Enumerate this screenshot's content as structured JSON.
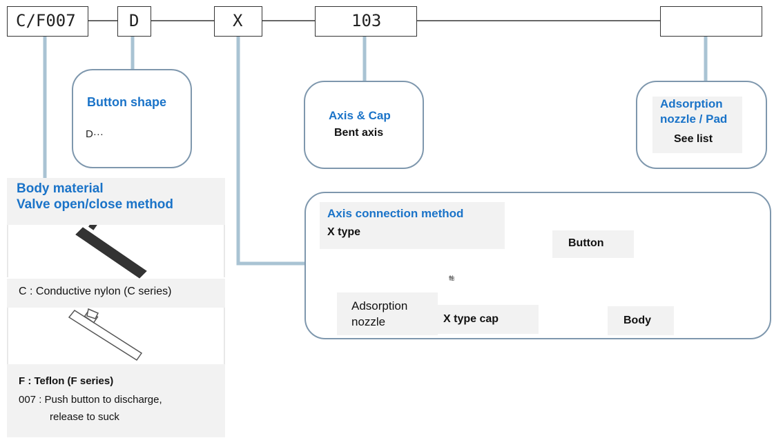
{
  "code": {
    "part1": "C/F007",
    "part2": "D",
    "part3": "X",
    "part4": "103",
    "part5": ""
  },
  "button_shape": {
    "title": "Button shape",
    "option": "D···"
  },
  "axis_cap": {
    "title": "Axis & Cap",
    "value": "Bent axis"
  },
  "adsorption": {
    "title_line1": "Adsorption",
    "title_line2": "nozzle / Pad",
    "value": "See list"
  },
  "body_material": {
    "title_line1": "Body material",
    "title_line2": "Valve open/close method",
    "c_label": "C : Conductive nylon (C series)",
    "f_label": "F : Teflon (F series)",
    "note_line1": "007 : Push button to discharge,",
    "note_line2": "release to suck"
  },
  "axis_connection": {
    "title": "Axis connection method",
    "value": "X type",
    "button_label": "Button",
    "nozzle_line1": "Adsorption",
    "nozzle_line2": "nozzle",
    "cap_label": "X type cap",
    "body_label": "Body",
    "tiny_mark": "軸"
  },
  "colors": {
    "accent": "#1a73c8",
    "connector": "#a9c3d3",
    "part_fill": "#9fbccb",
    "panel_border": "#7e97ad",
    "gray_band": "#f2f2f2"
  }
}
